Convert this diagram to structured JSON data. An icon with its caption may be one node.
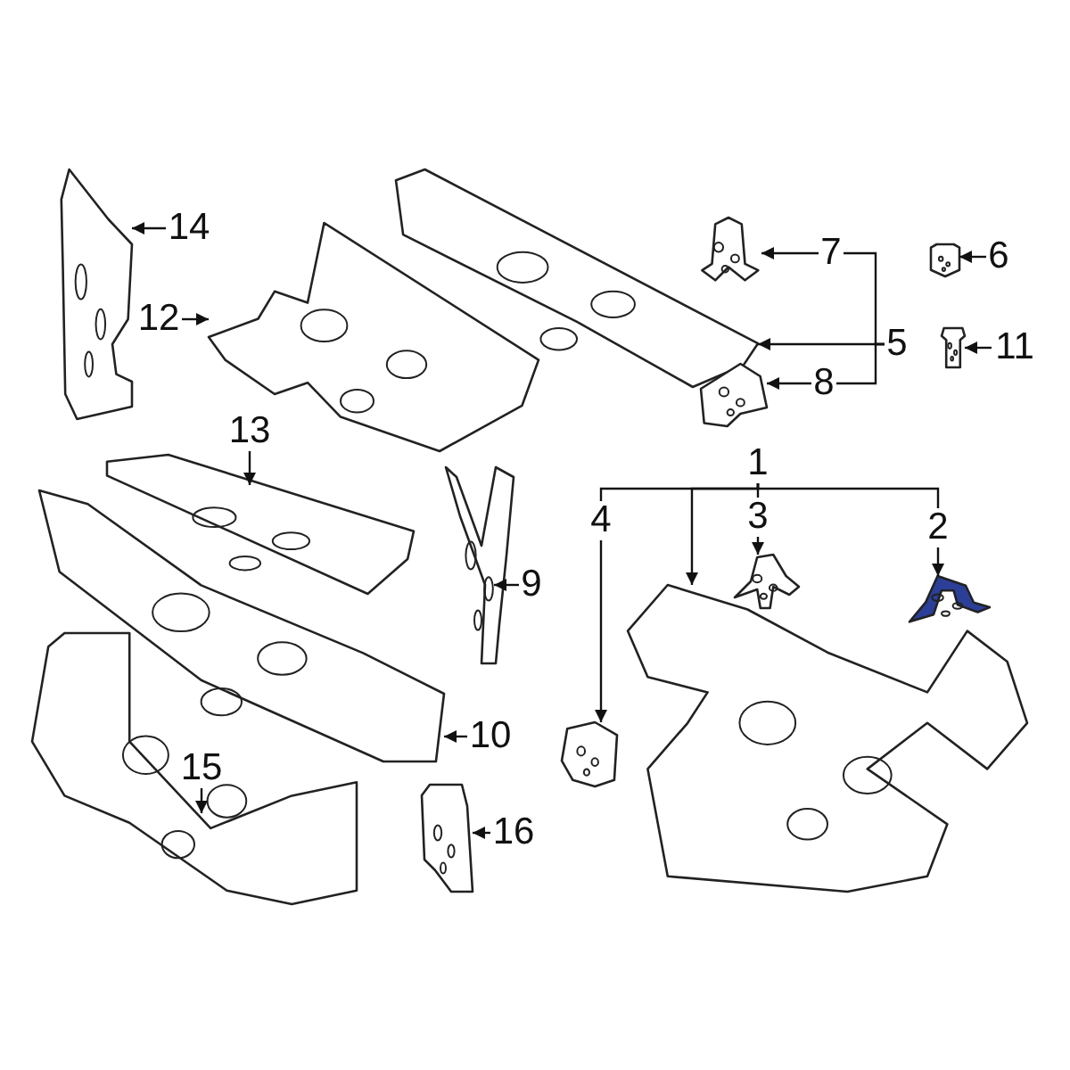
{
  "diagram": {
    "nodes": [
      {
        "text": [
          "14"
        ]
      },
      {
        "text": [],
        "shape": "picture"
      },
      {
        "text": [
          "12"
        ]
      },
      {
        "text": [],
        "shape": "picture"
      },
      {
        "text": [
          "7"
        ]
      },
      {
        "text": [],
        "shape": "picture"
      },
      {
        "text": [
          "6"
        ]
      },
      {
        "text": [],
        "shape": "picture"
      },
      {
        "text": [
          "5"
        ]
      },
      {
        "text": [],
        "shape": "picture"
      },
      {
        "text": [
          "11"
        ]
      },
      {
        "text": [],
        "shape": "picture"
      },
      {
        "text": [
          "8"
        ]
      },
      {
        "text": [],
        "shape": "picture"
      },
      {
        "text": [
          "13"
        ]
      },
      {
        "text": [],
        "shape": "picture"
      },
      {
        "text": [
          "1"
        ]
      },
      {
        "text": [],
        "shape": "picture"
      },
      {
        "text": [
          "4"
        ]
      },
      {
        "text": [],
        "shape": "picture"
      },
      {
        "text": [
          "3"
        ]
      },
      {
        "text": [],
        "shape": "picture"
      },
      {
        "text": [
          "2"
        ]
      },
      {
        "text": [],
        "shape": "picture"
      },
      {
        "text": [
          "9"
        ]
      },
      {
        "text": [],
        "shape": "picture"
      },
      {
        "text": [
          "10"
        ]
      },
      {
        "text": [],
        "shape": "picture"
      },
      {
        "text": [
          "15"
        ]
      },
      {
        "text": [],
        "shape": "picture"
      },
      {
        "text": [
          "16"
        ]
      },
      {
        "text": [],
        "shape": "picture"
      }
    ],
    "edges": [
      {
        "from": 0,
        "to": 1,
        "arrow": "to"
      },
      {
        "from": 2,
        "to": 3,
        "arrow": "to"
      },
      {
        "from": 4,
        "to": 5,
        "arrow": "to"
      },
      {
        "from": 6,
        "to": 7,
        "arrow": "to"
      },
      {
        "from": 8,
        "to": 9,
        "arrow": "to"
      },
      {
        "from": 10,
        "to": 11,
        "arrow": "to"
      },
      {
        "from": 12,
        "to": 13,
        "arrow": "to"
      },
      {
        "from": 8,
        "to": 4,
        "arrow": "none"
      },
      {
        "from": 8,
        "to": 12,
        "arrow": "none"
      },
      {
        "from": 14,
        "to": 15,
        "arrow": "to"
      },
      {
        "from": 16,
        "to": 17,
        "arrow": "to"
      },
      {
        "from": 16,
        "to": 18,
        "arrow": "none"
      },
      {
        "from": 16,
        "to": 20,
        "arrow": "none"
      },
      {
        "from": 16,
        "to": 22,
        "arrow": "none"
      },
      {
        "from": 18,
        "to": 19,
        "arrow": "to"
      },
      {
        "from": 20,
        "to": 21,
        "arrow": "to"
      },
      {
        "from": 22,
        "to": 23,
        "arrow": "to"
      },
      {
        "from": 24,
        "to": 25,
        "arrow": "to"
      },
      {
        "from": 26,
        "to": 27,
        "arrow": "to"
      },
      {
        "from": 28,
        "to": 29,
        "arrow": "to"
      },
      {
        "from": 30,
        "to": 31,
        "arrow": "to"
      }
    ]
  }
}
